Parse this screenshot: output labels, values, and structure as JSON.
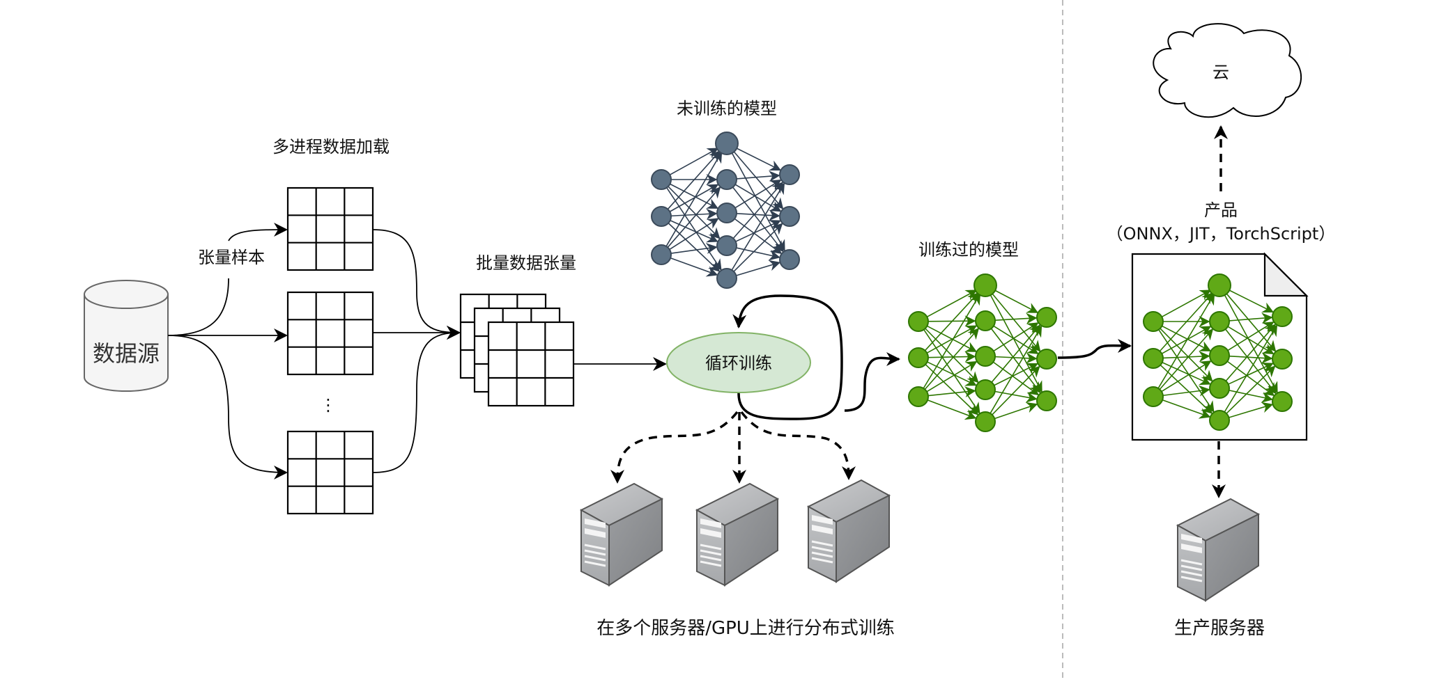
{
  "title_loader": "多进程数据加载",
  "data_source": {
    "label": "数据源"
  },
  "tensor_sample": {
    "label": "张量样本"
  },
  "ellipsis": "⋮",
  "batch": {
    "label": "批量数据张量"
  },
  "untrained_model": {
    "label": "未训练的模型",
    "node_fill": "#5d7285",
    "node_stroke": "#3b4a5a",
    "edge_color": "#2f3e50"
  },
  "training_loop": {
    "label": "循环训练",
    "fill": "#d5e8d4",
    "stroke": "#82b366"
  },
  "distributed": {
    "label": "在多个服务器/GPU上进行分布式训练",
    "servers": 3
  },
  "trained_model": {
    "label": "训练过的模型",
    "node_fill": "#60a917",
    "node_stroke": "#2d7600",
    "edge_color": "#2d7600"
  },
  "artifact": {
    "label_line1": "产品",
    "label_line2": "（ONNX，JIT，TorchScript）"
  },
  "cloud": {
    "label": "云"
  },
  "production": {
    "label": "生产服务器"
  },
  "network_layers": [
    3,
    5,
    3
  ]
}
